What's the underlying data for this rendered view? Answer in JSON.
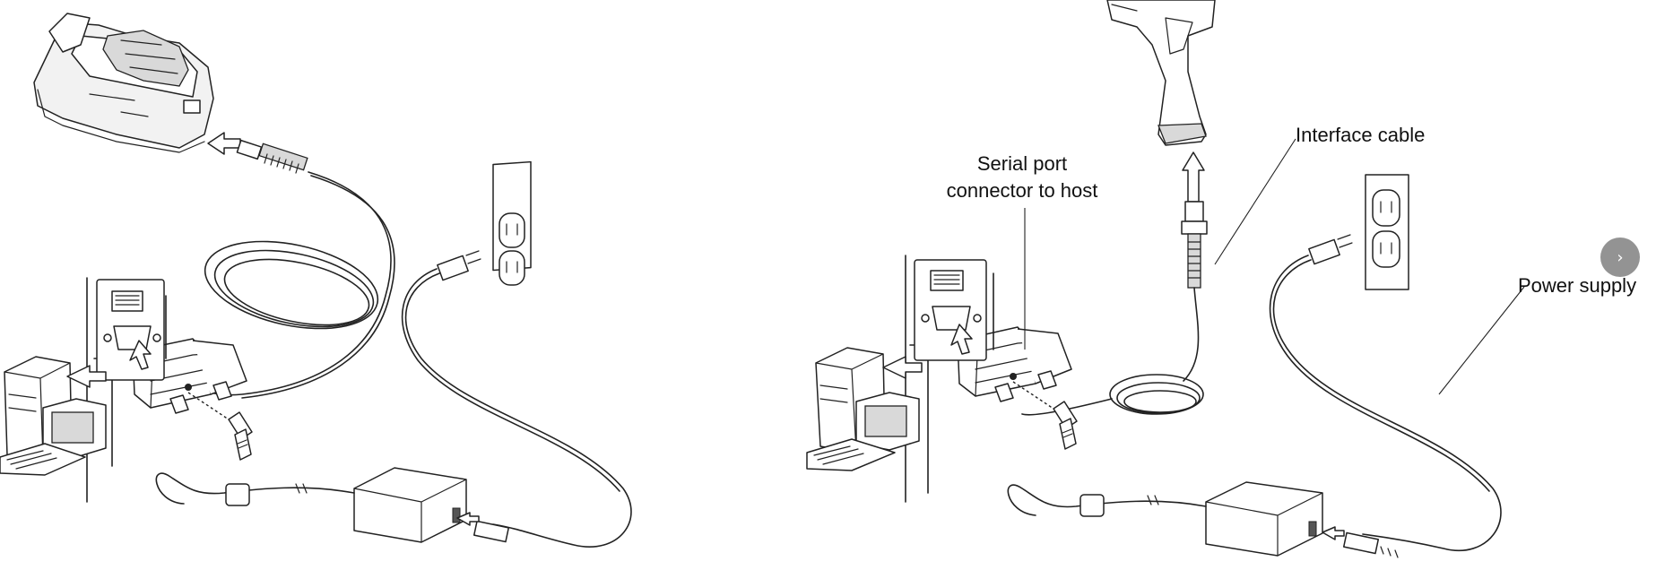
{
  "labels": {
    "serial_port_line1": "Serial port",
    "serial_port_line2": "connector to host",
    "interface_cable": "Interface cable",
    "power_supply": "Power supply"
  },
  "controls": {
    "next_glyph": "›"
  },
  "icons": {
    "next": "chevron-right-icon"
  }
}
